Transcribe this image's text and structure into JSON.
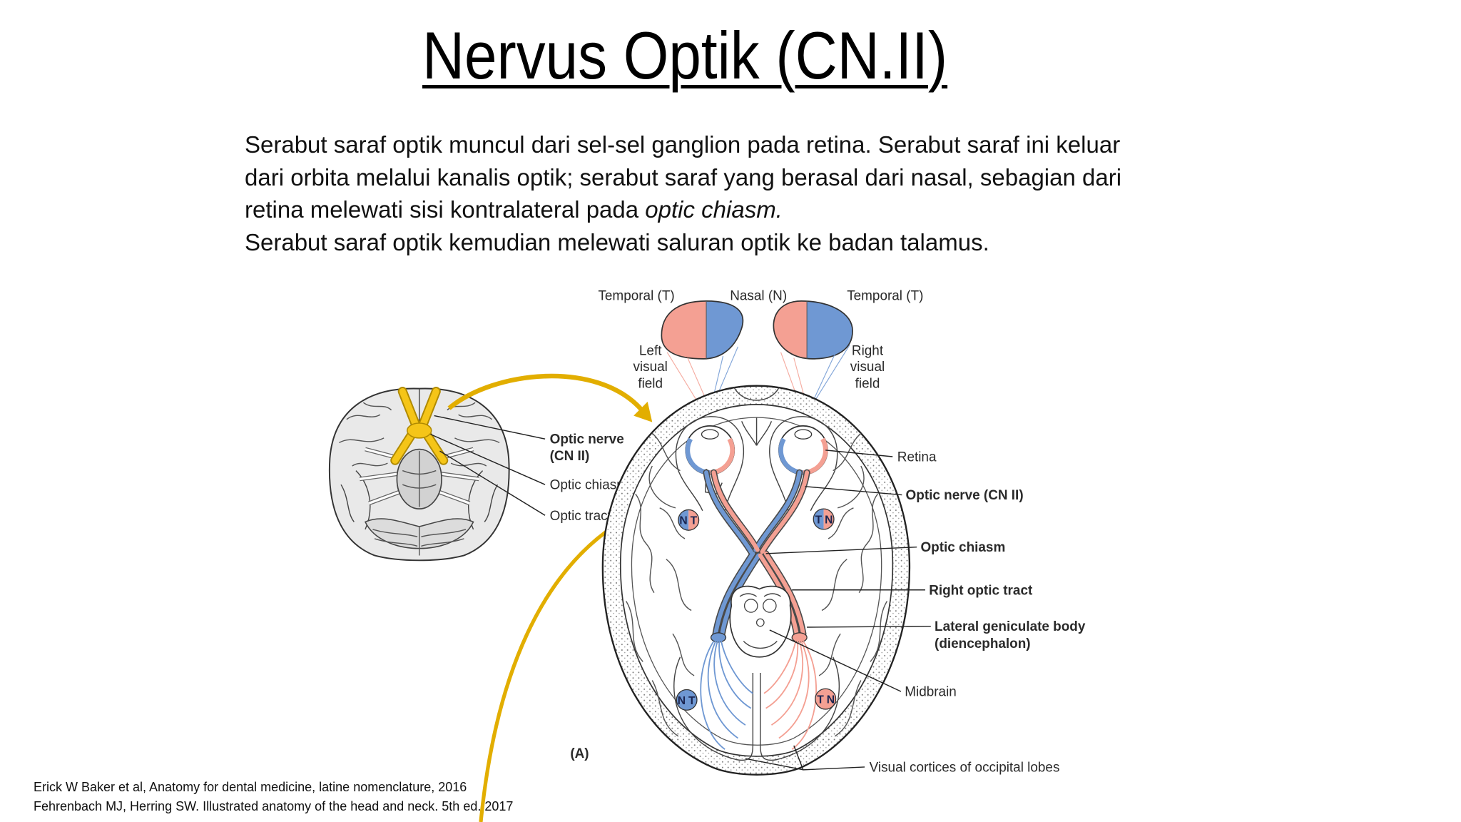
{
  "slide": {
    "title": "Nervus Optik (CN.II)",
    "body": {
      "line_1": "Serabut saraf optik muncul dari sel-sel ganglion pada retina. Serabut saraf ini keluar",
      "line_2": "dari orbita melalui kanalis optik; serabut saraf yang berasal dari nasal, sebagian dari",
      "line_3": "retina melewati sisi kontralateral pada ",
      "line_3_italic": "optic chiasm.",
      "line_4": "Serabut saraf optik kemudian melewati saluran optik ke badan talamus."
    },
    "references": [
      "Erick W Baker et al, Anatomy for dental medicine, latine nomenclature, 2016",
      "Fehrenbach MJ, Herring SW. Illustrated anatomy of the head and neck. 5th ed. 2017"
    ]
  },
  "figure": {
    "panel_label": "(A)",
    "field_headers": {
      "left_temporal": "Temporal (T)",
      "nasal": "Nasal (N)",
      "right_temporal": "Temporal (T)"
    },
    "left_visual_field": [
      "Left",
      "visual",
      "field"
    ],
    "right_visual_field": [
      "Right",
      "visual",
      "field"
    ],
    "inset_labels": {
      "optic_nerve": "Optic nerve",
      "optic_nerve_cn": "(CN II)",
      "optic_chiasm": "Optic chiasm",
      "optic_tract": "Optic tract"
    },
    "labels": {
      "retina": "Retina",
      "optic_nerve": "Optic nerve (CN II)",
      "optic_chiasm": "Optic chiasm",
      "right_optic_tract": "Right optic tract",
      "lgb_line_1": "Lateral geniculate body",
      "lgb_line_2": "(diencephalon)",
      "midbrain": "Midbrain",
      "visual_cortices": "Visual cortices of occipital lobes"
    },
    "markers": {
      "upper_left": [
        "N",
        "T"
      ],
      "upper_right": [
        "T",
        "N"
      ],
      "lower_left": [
        "N",
        "T"
      ],
      "lower_right": [
        "T",
        "N"
      ]
    },
    "colors": {
      "left_hemifield": "#f4a093",
      "right_hemifield": "#6f98d3",
      "arrow": "#e2ae00",
      "optic_highlight": "#f5c518"
    }
  }
}
